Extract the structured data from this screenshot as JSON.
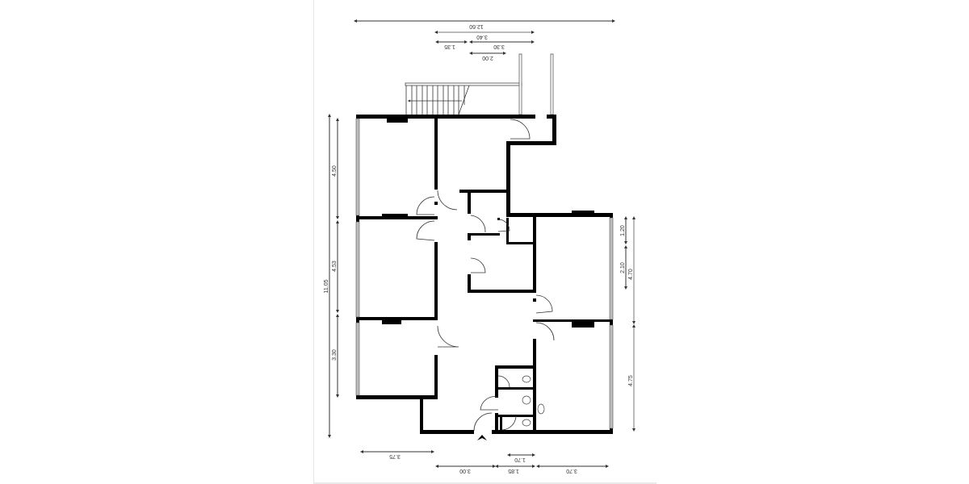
{
  "drawing": {
    "type": "architectural floor plan",
    "colors": {
      "wall": "#000000",
      "window": "#bdbdbd",
      "dimension": "#333333",
      "sheet": "#ffffff"
    }
  },
  "dimensions": {
    "top": [
      {
        "label": "12.60"
      },
      {
        "label": "3.40"
      },
      {
        "label": "1.35"
      },
      {
        "label": "3.30"
      },
      {
        "label": "2.00"
      }
    ],
    "left": [
      {
        "label": "11.05"
      },
      {
        "label": "4.50"
      },
      {
        "label": "4.53"
      },
      {
        "label": "3.30"
      }
    ],
    "right": [
      {
        "label": "1.20"
      },
      {
        "label": "2.10"
      },
      {
        "label": "4.70"
      },
      {
        "label": "4.75"
      }
    ],
    "bottom": [
      {
        "label": "3.75"
      },
      {
        "label": "1.70"
      },
      {
        "label": "3.00"
      },
      {
        "label": "1.85"
      },
      {
        "label": "3.70"
      }
    ]
  },
  "features": {
    "entrance_marker": "entrance-arrow-icon",
    "staircase": "staircase",
    "toilets": 3,
    "sink": 1
  }
}
